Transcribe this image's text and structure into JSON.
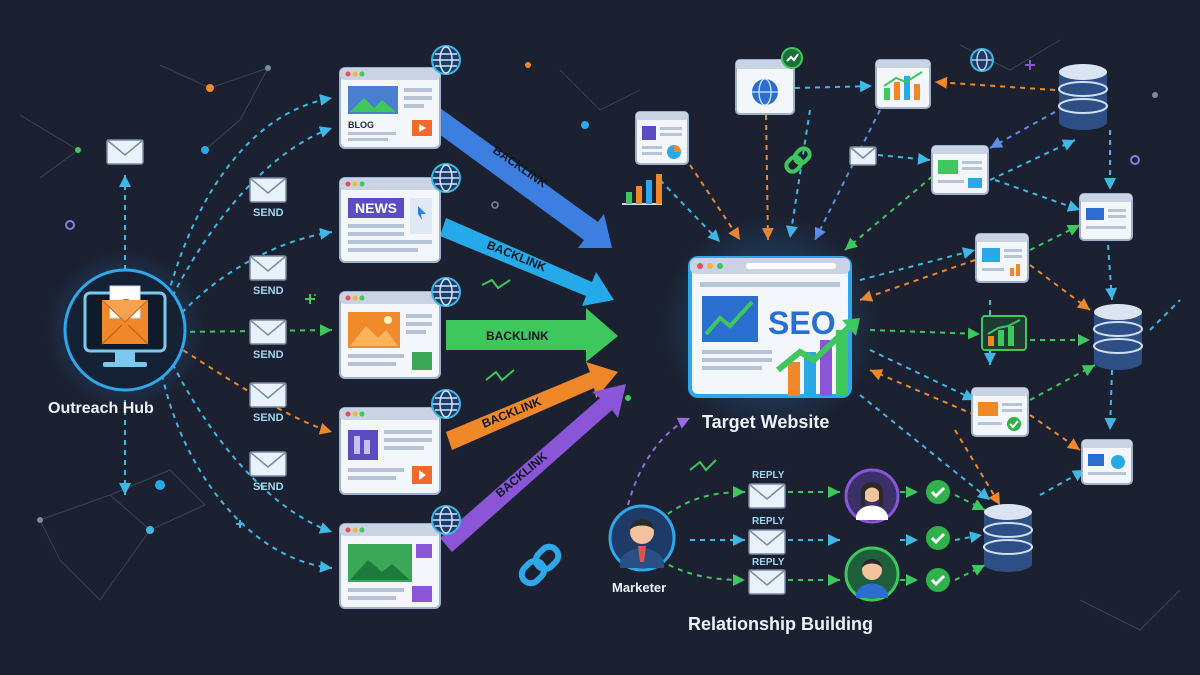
{
  "hub": {
    "label": "Outreach Hub"
  },
  "send_labels": [
    "SEND",
    "SEND",
    "SEND",
    "SEND",
    "SEND"
  ],
  "sites": [
    {
      "tag": "BLOG",
      "hero": "#4a7fd0",
      "accent": "#f06a2c"
    },
    {
      "tag": "NEWS",
      "hero": "#5b4cc4",
      "accent": "#ffffff"
    },
    {
      "tag": "",
      "hero": "#f08a2a",
      "accent": "#3aa856"
    },
    {
      "tag": "",
      "hero": "#5b4cc4",
      "accent": "#f06a2c"
    },
    {
      "tag": "",
      "hero": "#3aa856",
      "accent": "#8a55d6"
    }
  ],
  "backlinks": [
    {
      "label": "BACKLINK",
      "color": "#3d7fe0"
    },
    {
      "label": "BACKLINK",
      "color": "#25a9e8"
    },
    {
      "label": "BACKLINK",
      "color": "#3ec75c"
    },
    {
      "label": "BACKLINK",
      "color": "#f0882a"
    },
    {
      "label": "BACKLINK",
      "color": "#8a55d6"
    }
  ],
  "target": {
    "badge": "SEO",
    "label": "Target Website"
  },
  "marketer": {
    "label": "Marketer"
  },
  "reply_labels": [
    "REPLY",
    "REPLY",
    "REPLY"
  ],
  "relationship": {
    "label": "Relationship Building"
  },
  "colors": {
    "background": "#1b2130",
    "blue": "#3d7fe0",
    "cyan": "#25a9e8",
    "green": "#3ec75c",
    "orange": "#f0882a",
    "purple": "#8a55d6",
    "database": "#2d4f86",
    "check": "#2fb24a"
  }
}
